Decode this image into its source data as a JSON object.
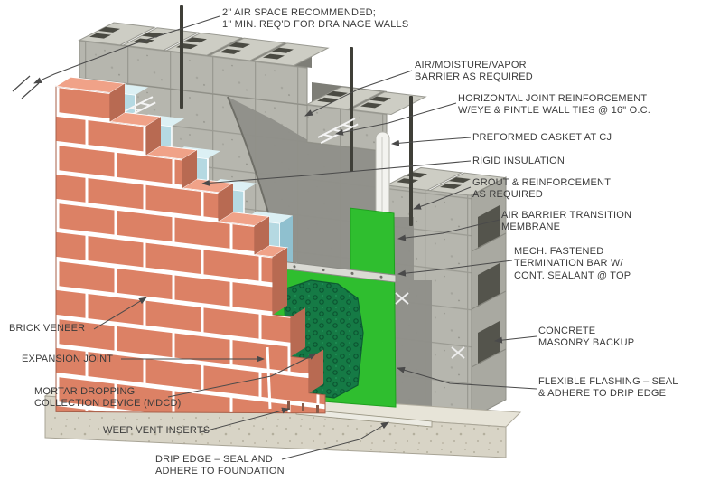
{
  "colors": {
    "brick": "#dc8165",
    "brick_top": "#f0a288",
    "brick_side": "#b86a52",
    "mortar": "#ffffff",
    "insulation": "#b5d9e2",
    "insulation_light": "#dcf0f4",
    "cmu": "#b6b6ae",
    "cmu_top": "#cdcdc4",
    "membrane": "#8f8f89",
    "flashing": "#2fbe2f",
    "mdcd": "#157a45",
    "foundation": "#d8d4c6",
    "label_text": "#3b3b3b",
    "leader": "#4a4a4a"
  },
  "labels": {
    "air_space": "2\" AIR SPACE RECOMMENDED;\n1\" MIN. REQ'D FOR DRAINAGE WALLS",
    "barrier": "AIR/MOISTURE/VAPOR\nBARRIER AS REQUIRED",
    "joint_reinforcement": "HORIZONTAL JOINT REINFORCEMENT\nW/EYE & PINTLE WALL TIES @ 16\" O.C.",
    "gasket": "PREFORMED GASKET AT CJ",
    "rigid_insulation": "RIGID INSULATION",
    "grout": "GROUT & REINFORCEMENT\nAS REQUIRED",
    "transition_membrane": "AIR BARRIER TRANSITION\nMEMBRANE",
    "termination_bar": "MECH. FASTENED\nTERMINATION BAR W/\nCONT. SEALANT @ TOP",
    "cmu_backup": "CONCRETE\nMASONRY BACKUP",
    "flexible_flashing": "FLEXIBLE FLASHING – SEAL\n& ADHERE TO DRIP EDGE",
    "brick_veneer": "BRICK VENEER",
    "expansion_joint": "EXPANSION JOINT",
    "mdcd": "MORTAR DROPPING\nCOLLECTION DEVICE (MDCD)",
    "weep_vents": "WEEP VENT INSERTS",
    "drip_edge": "DRIP EDGE – SEAL AND\nADHERE TO FOUNDATION"
  }
}
